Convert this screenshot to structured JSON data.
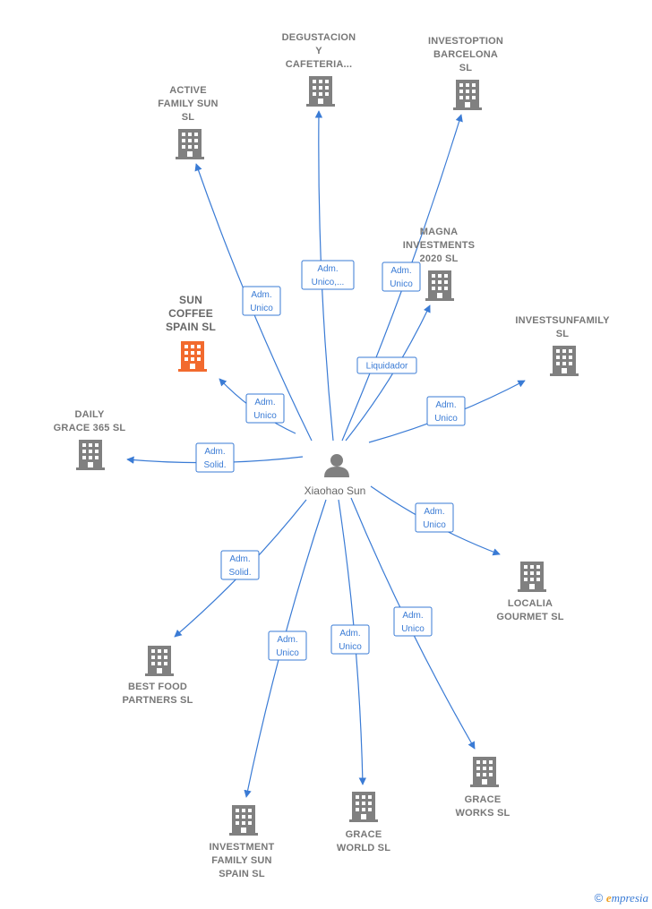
{
  "center": {
    "name": "Xiaohao Sun",
    "icon": "person-icon"
  },
  "colors": {
    "edge": "#3a7bd5",
    "building": "#808080",
    "highlight": "#f26a2e"
  },
  "nodes": [
    {
      "id": "degustacion",
      "lines": [
        "DEGUSTACION",
        "Y",
        "CAFETERIA..."
      ],
      "role": [
        "Adm.",
        "Unico,..."
      ]
    },
    {
      "id": "investoption",
      "lines": [
        "INVESTOPTION",
        "BARCELONA",
        "SL"
      ],
      "role": [
        "Adm.",
        "Unico"
      ]
    },
    {
      "id": "active-family",
      "lines": [
        "ACTIVE",
        "FAMILY SUN",
        "SL"
      ],
      "role": [
        "Adm.",
        "Unico"
      ]
    },
    {
      "id": "magna",
      "lines": [
        "MAGNA",
        "INVESTMENTS",
        "2020  SL"
      ],
      "role": [
        "Liquidador"
      ]
    },
    {
      "id": "sun-coffee",
      "lines": [
        "SUN",
        "COFFEE",
        "SPAIN  SL"
      ],
      "role": [
        "Adm.",
        "Unico"
      ],
      "highlight": true
    },
    {
      "id": "investsunfamily",
      "lines": [
        "INVESTSUNFAMILY",
        "SL"
      ],
      "role": [
        "Adm.",
        "Unico"
      ]
    },
    {
      "id": "daily-grace",
      "lines": [
        "DAILY",
        "GRACE 365  SL"
      ],
      "role": [
        "Adm.",
        "Solid."
      ]
    },
    {
      "id": "localia",
      "lines": [
        "LOCALIA",
        "GOURMET  SL"
      ],
      "role": [
        "Adm.",
        "Unico"
      ]
    },
    {
      "id": "best-food",
      "lines": [
        "BEST FOOD",
        "PARTNERS  SL"
      ],
      "role": [
        "Adm.",
        "Solid."
      ]
    },
    {
      "id": "investment-family",
      "lines": [
        "INVESTMENT",
        "FAMILY SUN",
        "SPAIN  SL"
      ],
      "role": [
        "Adm.",
        "Unico"
      ]
    },
    {
      "id": "grace-world",
      "lines": [
        "GRACE",
        "WORLD  SL"
      ],
      "role": [
        "Adm.",
        "Unico"
      ]
    },
    {
      "id": "grace-works",
      "lines": [
        "GRACE",
        "WORKS  SL"
      ],
      "role": [
        "Adm.",
        "Unico"
      ]
    }
  ],
  "footer": {
    "copyright": "©",
    "brand_initial": "e",
    "brand_rest": "mpresia"
  }
}
